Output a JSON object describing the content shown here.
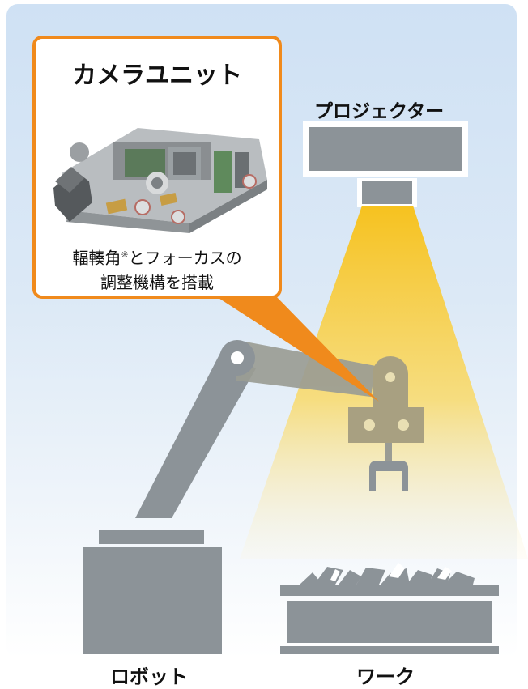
{
  "callout": {
    "title": "カメラユニット",
    "desc_line1_a": "輻輳角",
    "desc_note_mark": "※",
    "desc_line1_b": "とフォーカスの",
    "desc_line2": "調整機構を搭載"
  },
  "labels": {
    "projector": "プロジェクター",
    "robot": "ロボット",
    "work": "ワーク"
  },
  "colors": {
    "accent_orange": "#f08a1c",
    "machine_gray": "#8c9398",
    "light_beam": "#f7cc2e",
    "background_blue": "#cfe1f4"
  }
}
